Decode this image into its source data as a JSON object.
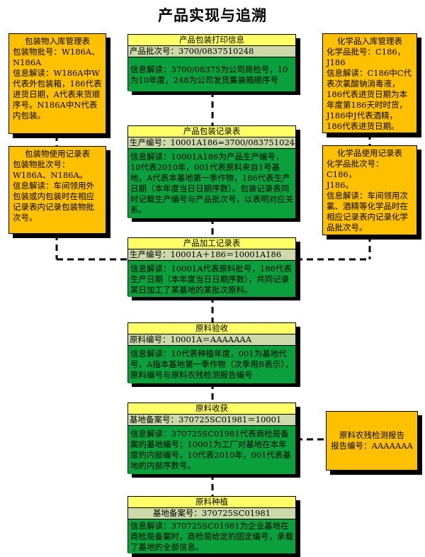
{
  "title": "产品实现与追溯",
  "green_boxes": [
    {
      "title": "产品包装打印信息",
      "code": "产品批次号：3700/0837510248",
      "body": "信息解读：3700/08375为公司商检号，10为10年度，248为公司发货集装箱顺序号"
    },
    {
      "title": "产品包装记录表",
      "code": "生产编号：10001A186=3700/0837510248",
      "body": "信息解读：10001A186为产品生产编号，10代表2010年，001代表原料来自1号基地，A代表本基地第一季作物，186代表生产日期（本年度当日日期序数）。包装记录表同时记载生产编号与产品批次号，以表明对应关系。"
    },
    {
      "title": "产品加工记录表",
      "code": "生产编号：10001A＋186＝10001A186",
      "body": "信息解读：10001A代表原料批号，186代表生产日期（本年度当日日期序数），共同记录某日加工了某基地的某批次原料。"
    },
    {
      "title": "原料验收",
      "code": "原料编号：10001A＝AAAAAAA",
      "body": "信息解读：10代表种植年度，001为基地代号，A指本基地第一季作物（次季用B表示），原料编号与原料农残检测报告编号"
    },
    {
      "title": "原料收获",
      "code": "基地备案号：370725SC01981＝10001",
      "body": "信息解读：370725SC01981代表商检局备案的基地编号；10001为工厂对基地在本年度的内部编号，10代表2010年，001代表基地的内部序数号。"
    },
    {
      "title": "原料种植",
      "code": "基地备案号：370725SC01981",
      "body": "信息解读：370725SC01981为企业基地在商检局备案时，商检局给定的固定编号，承载了基地的全部信息。"
    }
  ],
  "orange_boxes": {
    "pkg_in": {
      "title": "包装物入库管理表",
      "lines": [
        "包装物批号：W186A、",
        "N186A",
        "信息解读：W186A中W代表外包装箱，186代表进货日期，A代表来货顺序号。N186A中N代表内包装。"
      ]
    },
    "pkg_use": {
      "title": "包装物使用记录表",
      "lines": [
        "包装物批次号：",
        "W186A、N186A。",
        "信息解读：车间领用外包装或内包装时在相应记录表内记录包装物批次号。"
      ]
    },
    "chem_in": {
      "title": "化学品入库管理表",
      "lines": [
        "化学品批号：C186，",
        "J186",
        "信息解读：C186中C代表次氯酸钠消毒液，186代表进货日期为本年度第186天时时货，J186中J代表酒精，186代表进货日期。"
      ]
    },
    "chem_use": {
      "title": "化学品使用记录表",
      "lines": [
        "化学品批次号：C186，",
        "J186。",
        "信息解读：车间领用次氯、酒精等化学品时在相应记录表内记录化学品批次号。"
      ]
    },
    "report": {
      "title": "原料农残检测报告",
      "lines": [
        "报告编号：AAAAAAA"
      ]
    }
  }
}
